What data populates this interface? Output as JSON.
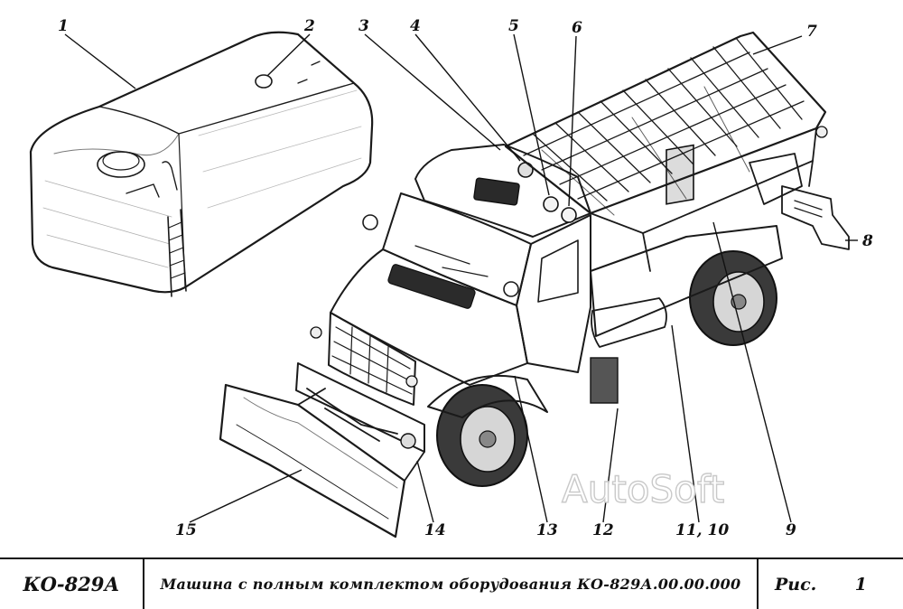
{
  "callouts": [
    "1",
    "2",
    "3",
    "4",
    "5",
    "6",
    "7",
    "8",
    "9",
    "11, 10",
    "12",
    "13",
    "14",
    "15"
  ],
  "watermark": "AutoSoft",
  "title_block": {
    "model": "КО-829А",
    "description": "Машина с полным комплектом оборудования КО-829А.00.00.000",
    "figure_label": "Рис.",
    "figure_number": "1"
  }
}
